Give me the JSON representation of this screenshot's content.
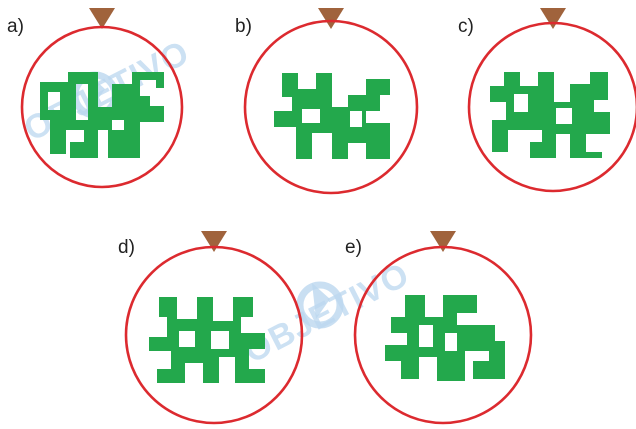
{
  "colors": {
    "ring": "#dc2a2f",
    "pattern": "#23a84c",
    "pointer": "#a0633c",
    "watermark": "#bcd7ef"
  },
  "options": [
    {
      "label": "a)",
      "icon": "green-fret-pattern-in-red-circle"
    },
    {
      "label": "b)",
      "icon": "green-fret-pattern-in-red-circle"
    },
    {
      "label": "c)",
      "icon": "green-fret-pattern-in-red-circle"
    },
    {
      "label": "d)",
      "icon": "green-fret-pattern-in-red-circle"
    },
    {
      "label": "e)",
      "icon": "green-fret-pattern-in-red-circle"
    }
  ],
  "watermark": {
    "text": "OBJETIVO",
    "icon": "objetivo-logo-icon"
  }
}
